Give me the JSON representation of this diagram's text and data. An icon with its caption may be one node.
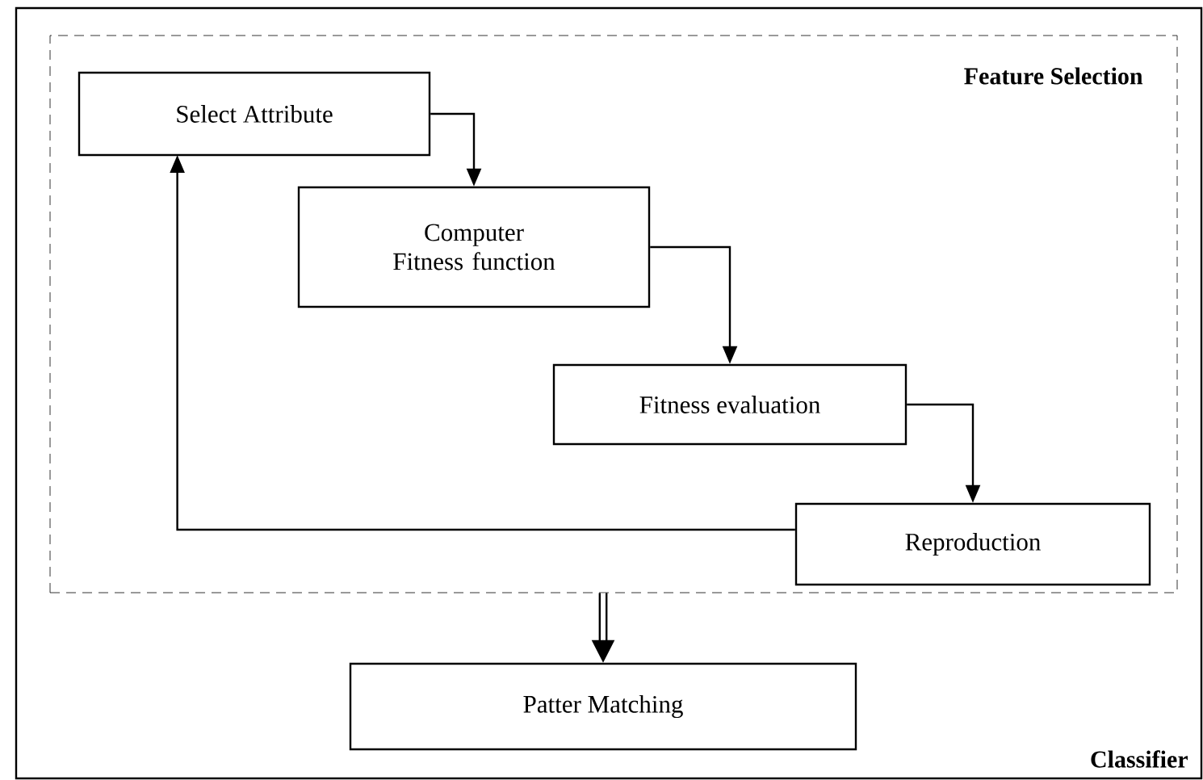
{
  "diagram": {
    "nodes": [
      {
        "text": [
          "Classifier"
        ]
      },
      {
        "text": [
          "Feature Selection"
        ],
        "in": 0
      },
      {
        "text": [
          "Select Attribute"
        ],
        "in": 1
      },
      {
        "text": [
          "Computer Fitness function"
        ],
        "in": 1
      },
      {
        "text": [
          "Fitness evaluation"
        ],
        "in": 1
      },
      {
        "text": [
          "Reproduction"
        ],
        "in": 1
      },
      {
        "text": [
          "Patter Matching"
        ],
        "in": 0
      }
    ],
    "edges": [
      {
        "from": 2,
        "to": 3,
        "arrow": "to"
      },
      {
        "from": 3,
        "to": 4,
        "arrow": "to"
      },
      {
        "from": 4,
        "to": 5,
        "arrow": "to"
      },
      {
        "from": 5,
        "to": 2,
        "arrow": "to"
      },
      {
        "from": 1,
        "to": 6,
        "arrow": "to",
        "style": "thick"
      }
    ]
  }
}
